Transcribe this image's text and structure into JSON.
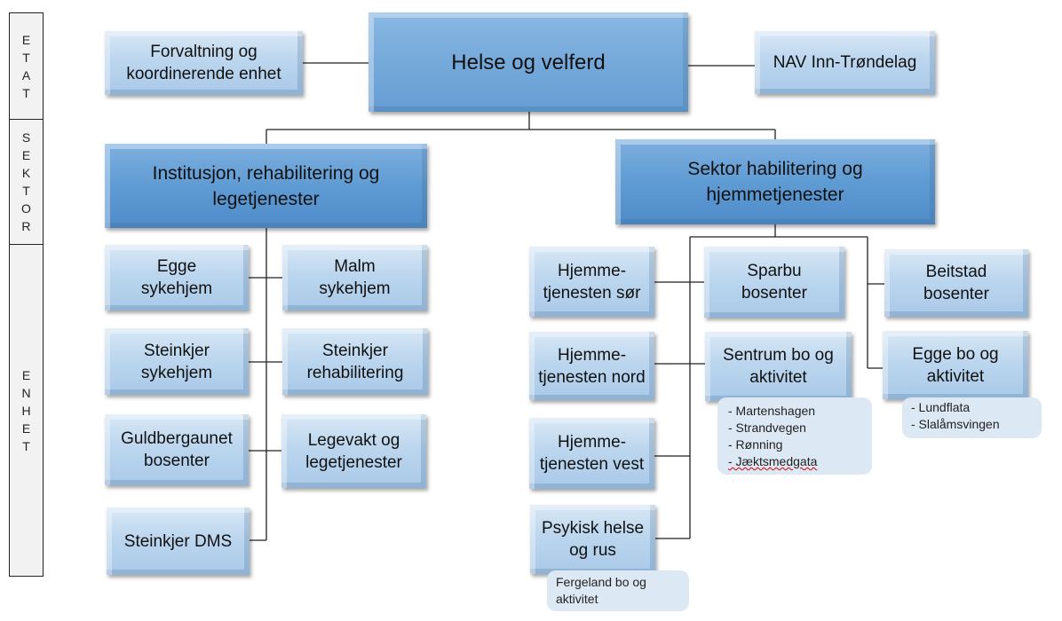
{
  "levels": {
    "etat": "E\nT\nA\nT",
    "sektor": "S\nE\nK\nT\nO\nR",
    "enhet": "E\nN\nH\nE\nT"
  },
  "etat": {
    "main": "Helse og velferd",
    "left": "Forvaltning og koordinerende enhet",
    "right": "NAV Inn-Trøndelag"
  },
  "sektor": {
    "left": "Institusjon, rehabilitering og legetjenester",
    "right": "Sektor habilitering og hjemmetjenester"
  },
  "units_left": [
    "Egge sykehjem",
    "Malm sykehjem",
    "Steinkjer sykehjem",
    "Steinkjer rehabilitering",
    "Guldbergaunet bosenter",
    "Legevakt og legetjenester",
    "Steinkjer DMS"
  ],
  "units_right": [
    "Hjemme-tjenesten sør",
    "Sparbu bosenter",
    "Beitstad bosenter",
    "Hjemme-tjenesten nord",
    "Sentrum bo og aktivitet",
    "Egge bo og aktivitet",
    "Hjemme-tjenesten vest",
    "Psykisk helse og rus"
  ],
  "notes": {
    "sentrum": [
      "- Martenshagen",
      "- Strandvegen",
      "- Rønning",
      "- Jæktsmedgata"
    ],
    "egge": [
      "- Lundflata",
      "- Slalåmsvingen"
    ],
    "psykisk": "Fergeland bo og aktivitet"
  },
  "colors": {
    "box_light": "#bcd6ee",
    "box_dark": "#5f9bd3",
    "line": "#222222"
  }
}
